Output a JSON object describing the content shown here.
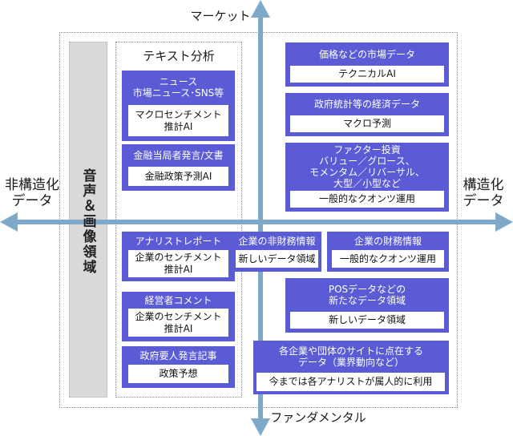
{
  "colors": {
    "axis": "#7ea9c9",
    "box": "#5b5bd6",
    "region_gray": "#d9d9d9",
    "dotted_border": "#8c8c8c",
    "text": "#1a1a1a"
  },
  "axes": {
    "top_label": "マーケット",
    "bottom_label": "ファンダメンタル",
    "left_label": [
      "非構造化",
      "データ"
    ],
    "right_label": [
      "構造化",
      "データ"
    ]
  },
  "audio_image_region": {
    "label": "音声＆画像領域"
  },
  "text_analysis": {
    "title": "テキスト分析"
  },
  "boxes": {
    "news": {
      "header": [
        "ニュース",
        "市場ニュース･SNS等"
      ],
      "body": [
        "マクロセンチメント",
        "推計AI"
      ]
    },
    "central_bank": {
      "header": [
        "金融当局者発言/文書"
      ],
      "body": [
        "金融政策予測AI"
      ]
    },
    "analyst_report": {
      "header": [
        "アナリストレポート"
      ],
      "body": [
        "企業のセンチメント",
        "推計AI"
      ]
    },
    "management_comment": {
      "header": [
        "経営者コメント"
      ],
      "body": [
        "企業のセンチメント",
        "推計AI"
      ]
    },
    "government_official": {
      "header": [
        "政府要人発言記事"
      ],
      "body": [
        "政策予想"
      ]
    },
    "non_financial": {
      "header": [
        "企業の非財務情報"
      ],
      "body": [
        "新しいデータ領域"
      ]
    },
    "market_data": {
      "header": [
        "価格などの市場データ"
      ],
      "body": [
        "テクニカルAI"
      ]
    },
    "economic_data": {
      "header": [
        "政府統計等の経済データ"
      ],
      "body": [
        "マクロ予測"
      ]
    },
    "factor_investing": {
      "header": [
        "ファクター投資",
        "バリュー／グロース、",
        "モメンタム／リバーサル、",
        "大型／小型など"
      ],
      "body": [
        "一般的なクオンツ運用"
      ]
    },
    "financial_info": {
      "header": [
        "企業の財務情報"
      ],
      "body": [
        "一般的なクオンツ運用"
      ]
    },
    "pos_data": {
      "header": [
        "POSデータなどの",
        "新たなデータ領域"
      ],
      "body": [
        "新しいデータ領域"
      ]
    },
    "scattered_web_data": {
      "header": [
        "各企業や団体のサイトに点在する",
        "データ（業界動向など）"
      ],
      "body": [
        "今までは各アナリストが属人的に利用"
      ]
    }
  }
}
